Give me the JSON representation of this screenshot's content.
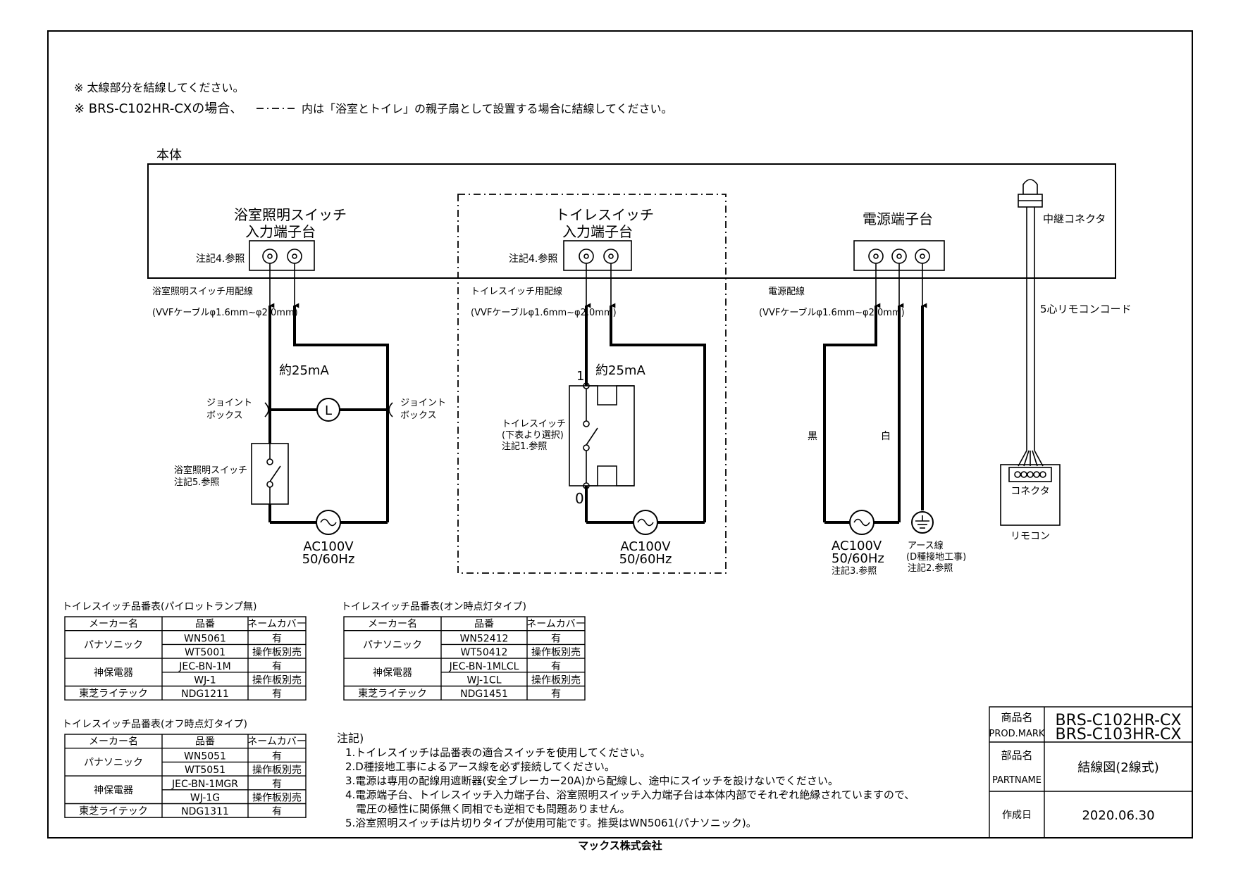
{
  "notes_top": {
    "line1": "※ 太線部分を結線してください。",
    "line2_a": "※ BRS-C102HR-CXの場合、",
    "line2_b": "内は「浴室とトイレ」の親子扇として設置する場合に結線してください。"
  },
  "main_body": {
    "title": "本体"
  },
  "bath_block": {
    "terminal_l1": "浴室照明スイッチ",
    "terminal_l2": "入力端子台",
    "note_ref": "注記4.参照",
    "cable_l1": "浴室照明スイッチ用配線",
    "cable_l2": "(VVFケーブルφ1.6mm~φ2.0mm)",
    "current": "約25mA",
    "joint_left_l1": "ジョイント",
    "joint_left_l2": "ボックス",
    "joint_right_l1": "ジョイント",
    "joint_right_l2": "ボックス",
    "lamp": "L",
    "switch_l1": "浴室照明スイッチ",
    "switch_l2": "注記5.参照",
    "ac_l1": "AC100V",
    "ac_l2": "50/60Hz"
  },
  "toilet_block": {
    "terminal_l1": "トイレスイッチ",
    "terminal_l2": "入力端子台",
    "note_ref": "注記4.参照",
    "cable_l1": "トイレスイッチ用配線",
    "cable_l2": "(VVFケーブルφ1.6mm~φ2.0mm)",
    "pos1": "1",
    "pos0": "0",
    "current": "約25mA",
    "switch_l1": "トイレスイッチ",
    "switch_l2": "(下表より選択)",
    "switch_l3": "注記1.参照",
    "ac_l1": "AC100V",
    "ac_l2": "50/60Hz"
  },
  "power_block": {
    "terminal": "電源端子台",
    "cable_l1": "電源配線",
    "cable_l2": "(VVFケーブルφ1.6mm~φ2.0mm)",
    "black": "黒",
    "white": "白",
    "ac_l1": "AC100V",
    "ac_l2": "50/60Hz",
    "ac_l3": "注記3.参照",
    "earth_l1": "アース線",
    "earth_l2": "(D種接地工事)",
    "earth_l3": "注記2.参照"
  },
  "remote_block": {
    "relay": "中継コネクタ",
    "cord": "5心リモコンコード",
    "connector": "コネクタ",
    "remote": "リモコン"
  },
  "tables": {
    "t1": {
      "title": "トイレスイッチ品番表(パイロットランプ無)",
      "headers": [
        "メーカー名",
        "品番",
        "ネームカバー"
      ],
      "rows": [
        {
          "maker": "パナソニック",
          "parts": [
            [
              "WN5061",
              "有"
            ],
            [
              "WT5001",
              "操作板別売"
            ]
          ]
        },
        {
          "maker": "神保電器",
          "parts": [
            [
              "JEC-BN-1M",
              "有"
            ],
            [
              "WJ-1",
              "操作板別売"
            ]
          ]
        },
        {
          "maker": "東芝ライテック",
          "parts": [
            [
              "NDG1211",
              "有"
            ]
          ]
        }
      ]
    },
    "t2": {
      "title": "トイレスイッチ品番表(オン時点灯タイプ)",
      "headers": [
        "メーカー名",
        "品番",
        "ネームカバー"
      ],
      "rows": [
        {
          "maker": "パナソニック",
          "parts": [
            [
              "WN52412",
              "有"
            ],
            [
              "WT50412",
              "操作板別売"
            ]
          ]
        },
        {
          "maker": "神保電器",
          "parts": [
            [
              "JEC-BN-1MLCL",
              "有"
            ],
            [
              "WJ-1CL",
              "操作板別売"
            ]
          ]
        },
        {
          "maker": "東芝ライテック",
          "parts": [
            [
              "NDG1451",
              "有"
            ]
          ]
        }
      ]
    },
    "t3": {
      "title": "トイレスイッチ品番表(オフ時点灯タイプ)",
      "headers": [
        "メーカー名",
        "品番",
        "ネームカバー"
      ],
      "rows": [
        {
          "maker": "パナソニック",
          "parts": [
            [
              "WN5051",
              "有"
            ],
            [
              "WT5051",
              "操作板別売"
            ]
          ]
        },
        {
          "maker": "神保電器",
          "parts": [
            [
              "JEC-BN-1MGR",
              "有"
            ],
            [
              "WJ-1G",
              "操作板別売"
            ]
          ]
        },
        {
          "maker": "東芝ライテック",
          "parts": [
            [
              "NDG1311",
              "有"
            ]
          ]
        }
      ]
    }
  },
  "notes_bottom": {
    "title": "注記)",
    "items": [
      "1.トイレスイッチは品番表の適合スイッチを使用してください。",
      "2.D種接地工事によるアース線を必ず接続してください。",
      "3.電源は専用の配線用遮断器(安全ブレーカー20A)から配線し、途中にスイッチを設けないでください。",
      "4.電源端子台、トイレスイッチ入力端子台、浴室照明スイッチ入力端子台は本体内部でそれぞれ絶縁されていますので、",
      "電圧の極性に関係無く同相でも逆相でも問題ありません。",
      "5.浴室照明スイッチは片切りタイプが使用可能です。推奨はWN5061(パナソニック)。"
    ]
  },
  "title_block": {
    "product_label_jp": "商品名",
    "product_label_en": "PROD.MARK",
    "product_1": "BRS-C102HR-CX",
    "product_2": "BRS-C103HR-CX",
    "part_label_jp": "部品名",
    "part_label_en": "PARTNAME",
    "part_name": "結線図(2線式)",
    "date_label": "作成日",
    "date": "2020.06.30"
  },
  "company": "マックス株式会社"
}
